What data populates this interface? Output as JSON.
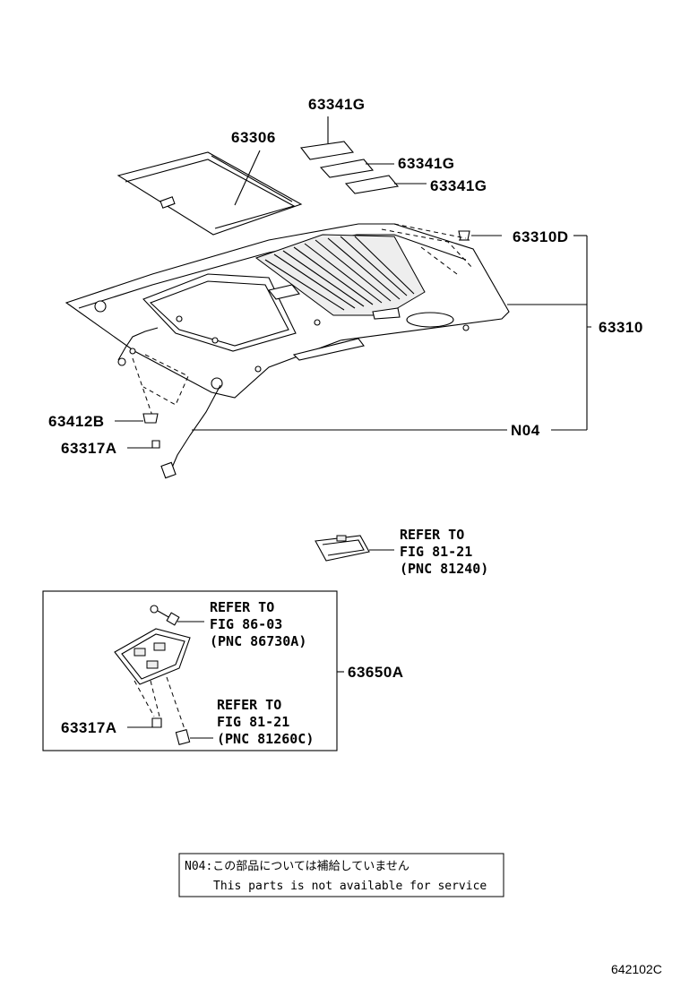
{
  "labels": {
    "p63306": "63306",
    "p63341g_1": "63341G",
    "p63341g_2": "63341G",
    "p63341g_3": "63341G",
    "p63310d": "63310D",
    "p63310": "63310",
    "p63412b": "63412B",
    "p63317a_1": "63317A",
    "n04": "N04",
    "p63650a": "63650A",
    "p63317a_2": "63317A"
  },
  "refers": {
    "r1": {
      "l1": "REFER TO",
      "l2": "FIG 81-21",
      "l3": "(PNC 81240)"
    },
    "r2": {
      "l1": "REFER TO",
      "l2": "FIG 86-03",
      "l3": "(PNC 86730A)"
    },
    "r3": {
      "l1": "REFER TO",
      "l2": "FIG 81-21",
      "l3": "(PNC 81260C)"
    }
  },
  "note": {
    "line1": "N04:この部品については補給していません",
    "line2": "This parts is not available for service"
  },
  "figure_code": "642102C"
}
